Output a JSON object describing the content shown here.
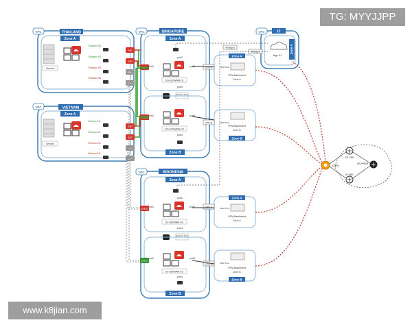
{
  "watermarks": {
    "top_right": "TG: MYYJJPP",
    "bottom_left": "www.k8jian.com"
  },
  "colors": {
    "vpc_border": "#3f7fb5",
    "zone_bg": "#2f6db0",
    "fortigate_red": "#d9342b",
    "link_green": "#2e9a2e",
    "link_red_dotted": "#c0392b",
    "cen": "#f39c12"
  },
  "vpcs": [
    {
      "id": "thailand",
      "tag": "VPC",
      "title": "THAILAND",
      "zone": "Zone A",
      "servers": "Servers",
      "eips": [
        "EIP",
        "EIP",
        "EIP",
        "EIP"
      ],
      "tunnels": [
        "Thailand-N1",
        "Thailand-N2",
        "Thailand-N3",
        "Thailand-N4"
      ]
    },
    {
      "id": "vietnam",
      "tag": "VPC",
      "title": "VIETNAM",
      "zone": "Zone A",
      "servers": "Servers",
      "eips": [
        "EIP",
        "EIP",
        "EIP",
        "EIP"
      ],
      "tunnels": [
        "Vietnam-N1",
        "Vietnam-N2",
        "Vietnam-N3",
        "Vietnam-N4"
      ]
    },
    {
      "id": "singapore",
      "tag": "VPC",
      "title": "SINGAPORE",
      "zone_a": "Zone A",
      "zone_b": "Zone B",
      "devices": [
        "SG-SDWAN-01",
        "SG-SDWAN-02"
      ],
      "eips": [
        "EIP1",
        "EIP2"
      ],
      "network": "Network Sync"
    },
    {
      "id": "it",
      "tag": "VPC",
      "title": "IT",
      "zone": "Zone A",
      "host": "Mgr-01"
    },
    {
      "id": "indonesia",
      "tag": "VPC",
      "title": "INDONESIA",
      "zone_a": "Zone A",
      "zone_b": "Zone B",
      "devices": [
        "ID-SDWAN-01",
        "ID-SDWAN-02"
      ],
      "eips": [
        "EIP3",
        "EIP4"
      ],
      "network": "Network Sync"
    }
  ],
  "attachments": [
    {
      "zone": "Zone A",
      "label": "VPN Attachment",
      "sub": "Zone A",
      "pool": "BGP Pool"
    },
    {
      "zone": "Zone B",
      "label": "VPN Attachment",
      "sub": "Zone B",
      "pool": "BGP Pool"
    },
    {
      "zone": "Zone A",
      "label": "VPN Attachment",
      "sub": "Zone A",
      "pool": "BGP Pool"
    },
    {
      "zone": "Zone B",
      "label": "VPN Attachment",
      "sub": "Zone B",
      "pool": "BGP Pool"
    }
  ],
  "vpn_tags": [
    "VPN-A",
    "VPN-B",
    "VPN-A",
    "VPN-B"
  ],
  "ports": [
    "port1",
    "port2",
    "port3",
    "port4"
  ],
  "mgmt": "Managed",
  "cen": {
    "label": "CEN",
    "vbr1": "SG VBR",
    "vbr2": "ID VBR",
    "onprem": "ON-PREM"
  }
}
